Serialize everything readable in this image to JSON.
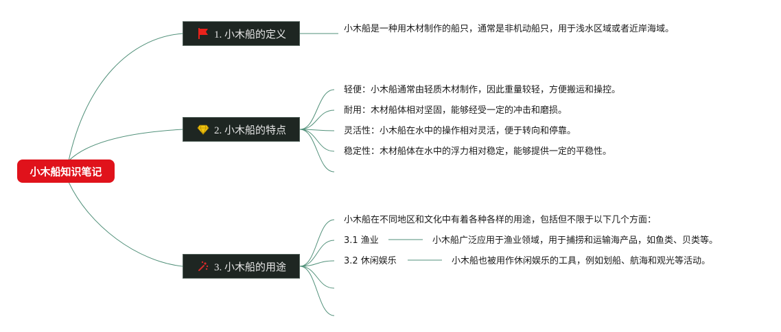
{
  "root": {
    "label": "小木船知识笔记"
  },
  "topics": [
    {
      "label": "1. 小木船的定义",
      "icon": "red-flag-icon"
    },
    {
      "label": "2. 小木船的特点",
      "icon": "diamond-icon"
    },
    {
      "label": "3. 小木船的用途",
      "icon": "sparkle-icon"
    }
  ],
  "definition": {
    "text": "小木船是一种用木材制作的船只，通常是非机动船只，用于浅水区域或者近岸海域。"
  },
  "features": [
    "轻便：小木船通常由轻质木材制作，因此重量较轻，方便搬运和操控。",
    "耐用：木材船体相对坚固，能够经受一定的冲击和磨损。",
    "灵活性：小木船在水中的操作相对灵活，便于转向和停靠。",
    "稳定性：木材船体在水中的浮力相对稳定，能够提供一定的平稳性。"
  ],
  "uses": {
    "intro": "小木船在不同地区和文化中有着各种各样的用途，包括但不限于以下几个方面：",
    "items": [
      {
        "label": "3.1 渔业",
        "detail": "小木船广泛应用于渔业领域，用于捕捞和运输海产品，如鱼类、贝类等。"
      },
      {
        "label": "3.2 休闲娱乐",
        "detail": "小木船也被用作休闲娱乐的工具，例如划船、航海和观光等活动。"
      }
    ]
  },
  "colors": {
    "root_bg": "#e0121b",
    "topic_bg": "#1e2622",
    "line": "#4f8f78",
    "flag": "#e8221b",
    "diamond": "#f2c511",
    "sparkle": "#d62a2a"
  }
}
